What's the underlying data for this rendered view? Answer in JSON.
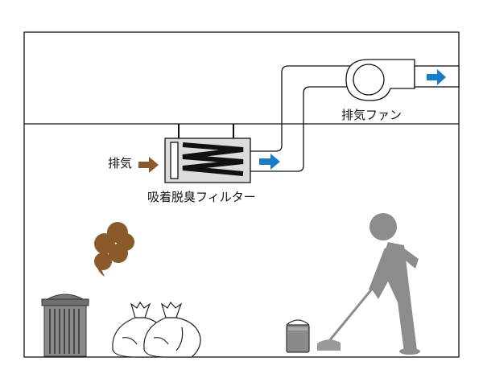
{
  "labels": {
    "fan": "排気ファン",
    "exhaust": "排気",
    "filter": "吸着脱臭フィルター"
  },
  "colors": {
    "flow_arrow": "#1a7cc7",
    "odor_arrow": "#8b5a2b",
    "odor_cloud": "#8b5a2b",
    "figure": "#8c8c8c",
    "outline": "#111111"
  }
}
